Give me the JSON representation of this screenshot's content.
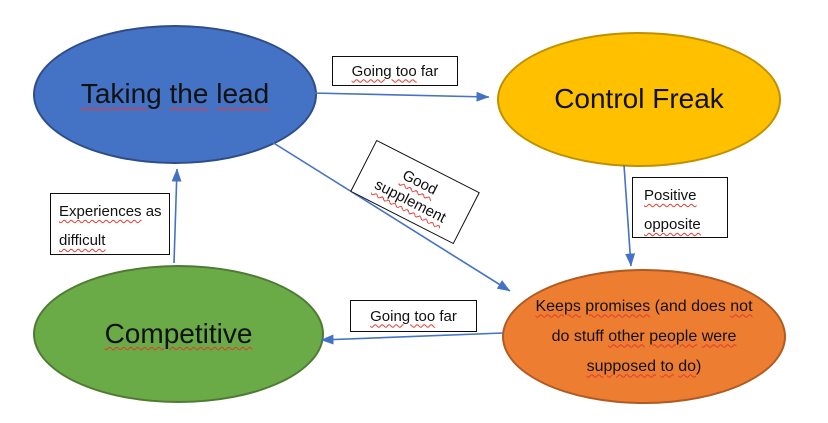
{
  "diagram": {
    "background": "#ffffff",
    "arrow_color": "#4472C4",
    "spellcheck_underline_color": "#E03C31",
    "nodes": [
      {
        "id": "taking-the-lead",
        "label": "Taking the lead",
        "fill": "#4472C4",
        "border_color": "#2E4D88",
        "segments": [
          {
            "t": "Taking",
            "w": true
          },
          {
            "t": " ",
            "w": false
          },
          {
            "t": "the",
            "w": true
          },
          {
            "t": " ",
            "w": false
          },
          {
            "t": "lead",
            "w": true
          }
        ]
      },
      {
        "id": "control-freak",
        "label": "Control Freak",
        "fill": "#FFC000",
        "border_color": "#BF9000",
        "segments": [
          {
            "t": "Control Freak",
            "w": false
          }
        ]
      },
      {
        "id": "competitive",
        "label": "Competitive",
        "fill": "#6AAA47",
        "border_color": "#4E7A33",
        "segments": [
          {
            "t": "Competitive",
            "w": true
          }
        ]
      },
      {
        "id": "keeps-promises",
        "label": "Keeps promises (and does not do stuff other people were supposed to do)",
        "fill": "#ED7D31",
        "border_color": "#AE5A21",
        "segments": [
          {
            "t": "Keeps",
            "w": true
          },
          {
            "t": " ",
            "w": false
          },
          {
            "t": "promises",
            "w": true
          },
          {
            "t": " (and does ",
            "w": false
          },
          {
            "t": "not",
            "w": true
          },
          {
            "t": " do stuff ",
            "w": false
          },
          {
            "t": "other",
            "w": true
          },
          {
            "t": " ",
            "w": false
          },
          {
            "t": "people",
            "w": true
          },
          {
            "t": " ",
            "w": false
          },
          {
            "t": "were",
            "w": true
          },
          {
            "t": " ",
            "w": false
          },
          {
            "t": "supposed",
            "w": true
          },
          {
            "t": " ",
            "w": false
          },
          {
            "t": "to",
            "w": true
          },
          {
            "t": " ",
            "w": false
          },
          {
            "t": "do",
            "w": true
          },
          {
            "t": ")",
            "w": false
          }
        ]
      }
    ],
    "edge_labels": [
      {
        "id": "going-too-far-top",
        "label": "Going too far",
        "segments": [
          {
            "t": "Going too",
            "w": true
          },
          {
            "t": " far",
            "w": false
          }
        ]
      },
      {
        "id": "good-supplement",
        "label": "Good supplement",
        "segments": [
          {
            "t": "Good",
            "w": true
          },
          {
            "t": " ",
            "w": false
          },
          {
            "t": "supplement",
            "w": true
          }
        ]
      },
      {
        "id": "experiences-as-difficult",
        "label": "Experiences as difficult",
        "segments": [
          {
            "t": "Experiences",
            "w": true
          },
          {
            "t": " as ",
            "w": false
          },
          {
            "t": "difficult",
            "w": true
          }
        ]
      },
      {
        "id": "positive-opposite",
        "label": "Positive opposite",
        "segments": [
          {
            "t": "Positive",
            "w": true
          },
          {
            "t": " ",
            "w": false
          },
          {
            "t": "opposite",
            "w": true
          }
        ]
      },
      {
        "id": "going-too-far-bottom",
        "label": "Going too far",
        "segments": [
          {
            "t": "Going too",
            "w": true
          },
          {
            "t": " far",
            "w": false
          }
        ]
      }
    ],
    "edges": [
      {
        "from": "taking-the-lead",
        "to": "control-freak",
        "label": "Going too far"
      },
      {
        "from": "taking-the-lead",
        "to": "keeps-promises",
        "label": "Good supplement"
      },
      {
        "from": "control-freak",
        "to": "keeps-promises",
        "label": "Positive opposite"
      },
      {
        "from": "keeps-promises",
        "to": "competitive",
        "label": "Going too far"
      },
      {
        "from": "competitive",
        "to": "taking-the-lead",
        "label": "Experiences as difficult"
      }
    ]
  }
}
